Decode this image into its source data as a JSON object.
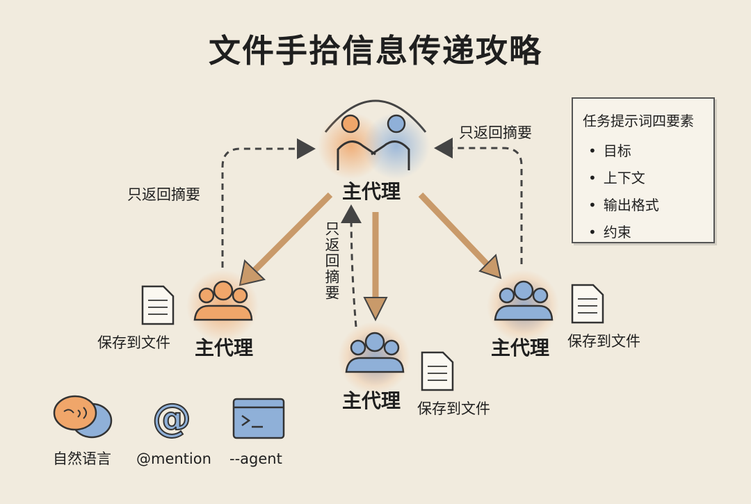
{
  "title": "文件手拾信息传递攻略",
  "main_agent": {
    "label": "主代理"
  },
  "sub_agents": [
    {
      "label": "主代理",
      "save": "保存到文件"
    },
    {
      "label": "主代理",
      "save": "保存到文件"
    },
    {
      "label": "主代理",
      "save": "保存到文件"
    }
  ],
  "edges": {
    "return_summary": "只返回摘要"
  },
  "legend": {
    "title": "任务提示词四要素",
    "items": [
      "目标",
      "上下文",
      "输出格式",
      "约束"
    ]
  },
  "channels": [
    {
      "label": "自然语言",
      "icon": "speech-bubbles-icon"
    },
    {
      "label": "@mention",
      "icon": "at-sign-icon"
    },
    {
      "label": "--agent",
      "icon": "terminal-icon"
    }
  ],
  "colors": {
    "orange": "#f0a66a",
    "blue": "#8fb0d8",
    "arrow": "#c99a6a"
  }
}
